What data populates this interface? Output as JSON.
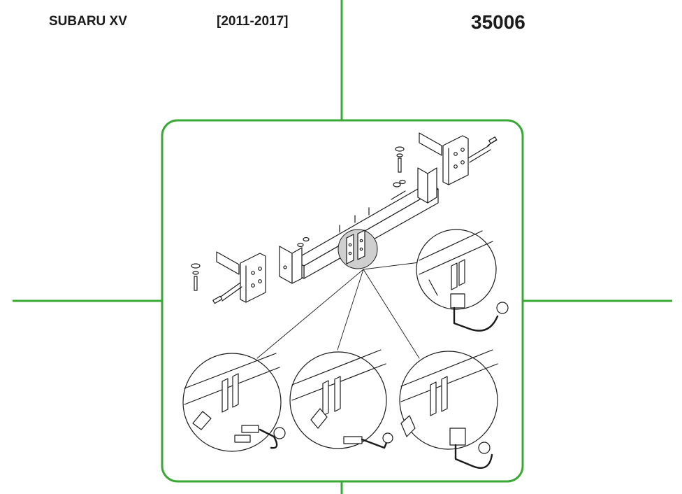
{
  "header": {
    "vehicle": "SUBARU XV",
    "years": "[2011-2017]",
    "part_number": "35006"
  },
  "colors": {
    "frame_green": "#39a935",
    "line": "#1a1a1a",
    "highlight_gray": "#cfcfcf"
  },
  "diagram": {
    "type": "tow-bar installation exploded view",
    "detail_views": 4
  }
}
